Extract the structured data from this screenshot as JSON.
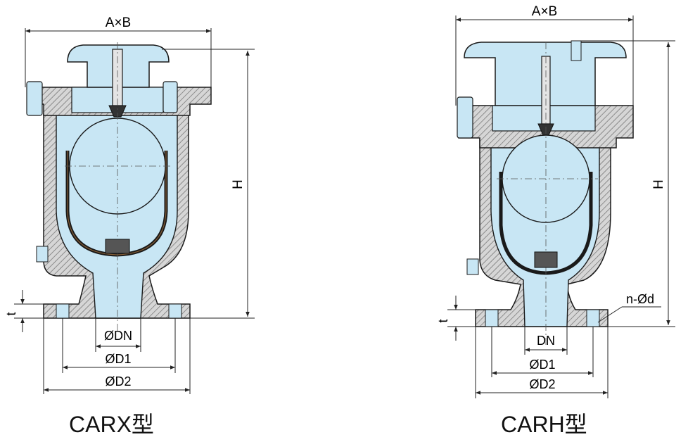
{
  "colors": {
    "fluid": "#c8e6f4",
    "line": "#1a1a1a",
    "hatch": "#7a7a7a",
    "metal": "#cfcfcf",
    "dim": "#222222"
  },
  "left": {
    "caption": "CARX型",
    "dim_top": "A×B",
    "dim_height": "H",
    "dim_t": "t",
    "dim_dn": "ØDN",
    "dim_d1": "ØD1",
    "dim_d2": "ØD2"
  },
  "right": {
    "caption": "CARH型",
    "dim_top": "A×B",
    "dim_height": "H",
    "dim_t": "t",
    "dim_dn": "DN",
    "dim_d1": "ØD1",
    "dim_d2": "ØD2",
    "dim_bolts": "n-Ød"
  }
}
